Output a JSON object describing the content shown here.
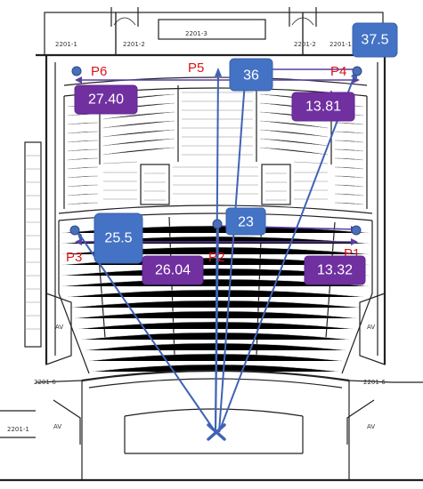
{
  "points": [
    {
      "id": "P1",
      "label": "P1"
    },
    {
      "id": "P2",
      "label": "P2"
    },
    {
      "id": "P3",
      "label": "P3"
    },
    {
      "id": "P4",
      "label": "P4"
    },
    {
      "id": "P5",
      "label": "P5"
    },
    {
      "id": "P6",
      "label": "P6"
    }
  ],
  "blue_values": [
    "37.5",
    "36",
    "23",
    "25.5"
  ],
  "purple_values": [
    "27.40",
    "13.81",
    "26.04",
    "13.32"
  ],
  "plan_text": {
    "top_center_room": "2201-3",
    "top_left_room_a": "2201-1",
    "top_left_room_b": "2201-2",
    "top_right_room_a": "2201-2",
    "top_right_room_b": "2201-1",
    "bottom_left_room": "2201-1",
    "mid_left_room": "2201-6",
    "mid_right_room": "2201-6",
    "av_label": "AV"
  },
  "colors": {
    "blue_box": "#4472c4",
    "purple_box": "#7030a0",
    "point_label": "#d9141b",
    "line": "#3f63b5"
  }
}
